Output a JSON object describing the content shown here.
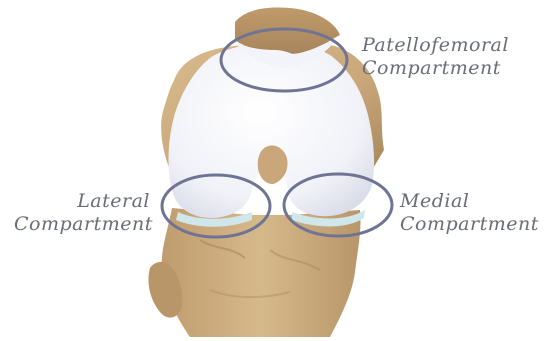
{
  "diagram": {
    "labels": {
      "patellofemoral": {
        "line1": "Patellofemoral",
        "line2": "Compartment"
      },
      "lateral": {
        "line1": "Lateral",
        "line2": "Compartment"
      },
      "medial": {
        "line1": "Medial",
        "line2": "Compartment"
      }
    },
    "colors": {
      "bone": "#c9a77a",
      "bone_shadow": "#a8875c",
      "cartilage": "#eef0f7",
      "meniscus": "#cfe7ea",
      "ring": "#6f7494",
      "label": "#6a6d78"
    }
  }
}
